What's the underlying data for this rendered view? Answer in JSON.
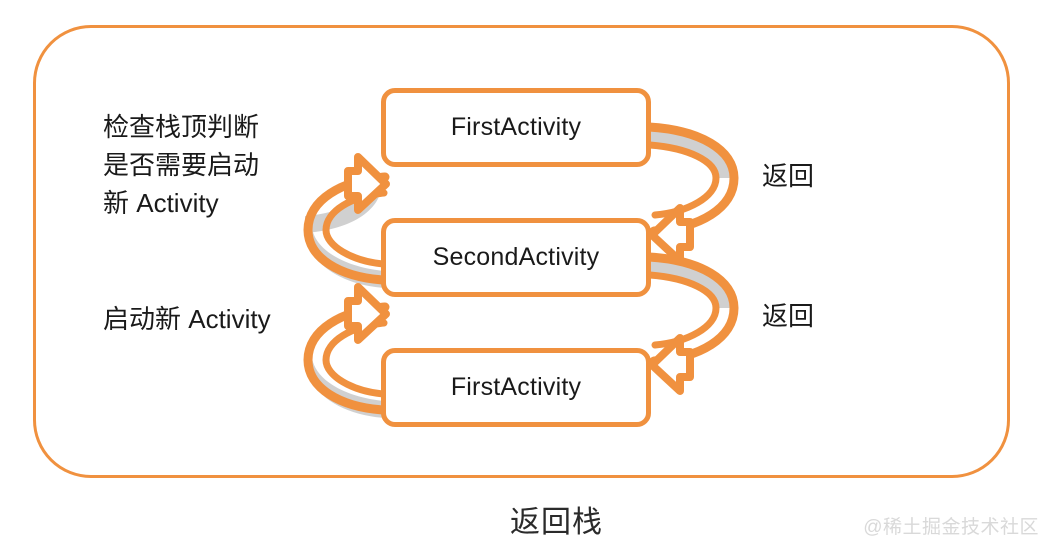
{
  "diagram": {
    "title_caption": "返回栈",
    "watermark": "@稀土掘金技术社区",
    "colors": {
      "accent_orange": "#F0913F",
      "arrow_shadow_gray": "#D0D0D0",
      "text_black": "#1a1a1a",
      "box_fill": "#FFFFFF",
      "watermark_gray": "#D9D9D9"
    },
    "boxes": [
      {
        "label": "FirstActivity"
      },
      {
        "label": "SecondActivity"
      },
      {
        "label": "FirstActivity"
      }
    ],
    "left_notes": [
      {
        "text": "检查栈顶判断\n是否需要启动\n新 Activity"
      },
      {
        "text": "启动新 Activity"
      }
    ],
    "right_labels": [
      {
        "text": "返回"
      },
      {
        "text": "返回"
      }
    ],
    "arrows": [
      {
        "name": "arrow-up-first-from-second",
        "direction": "up",
        "side": "left",
        "from": "SecondActivity",
        "to": "FirstActivity"
      },
      {
        "name": "arrow-down-second-from-first",
        "direction": "down",
        "side": "right",
        "from": "FirstActivity",
        "to": "SecondActivity"
      },
      {
        "name": "arrow-up-second-from-first-bottom",
        "direction": "up",
        "side": "left",
        "from": "FirstActivity (bottom)",
        "to": "SecondActivity"
      },
      {
        "name": "arrow-down-first-bottom-from-second",
        "direction": "down",
        "side": "right",
        "from": "SecondActivity",
        "to": "FirstActivity (bottom)"
      }
    ]
  }
}
